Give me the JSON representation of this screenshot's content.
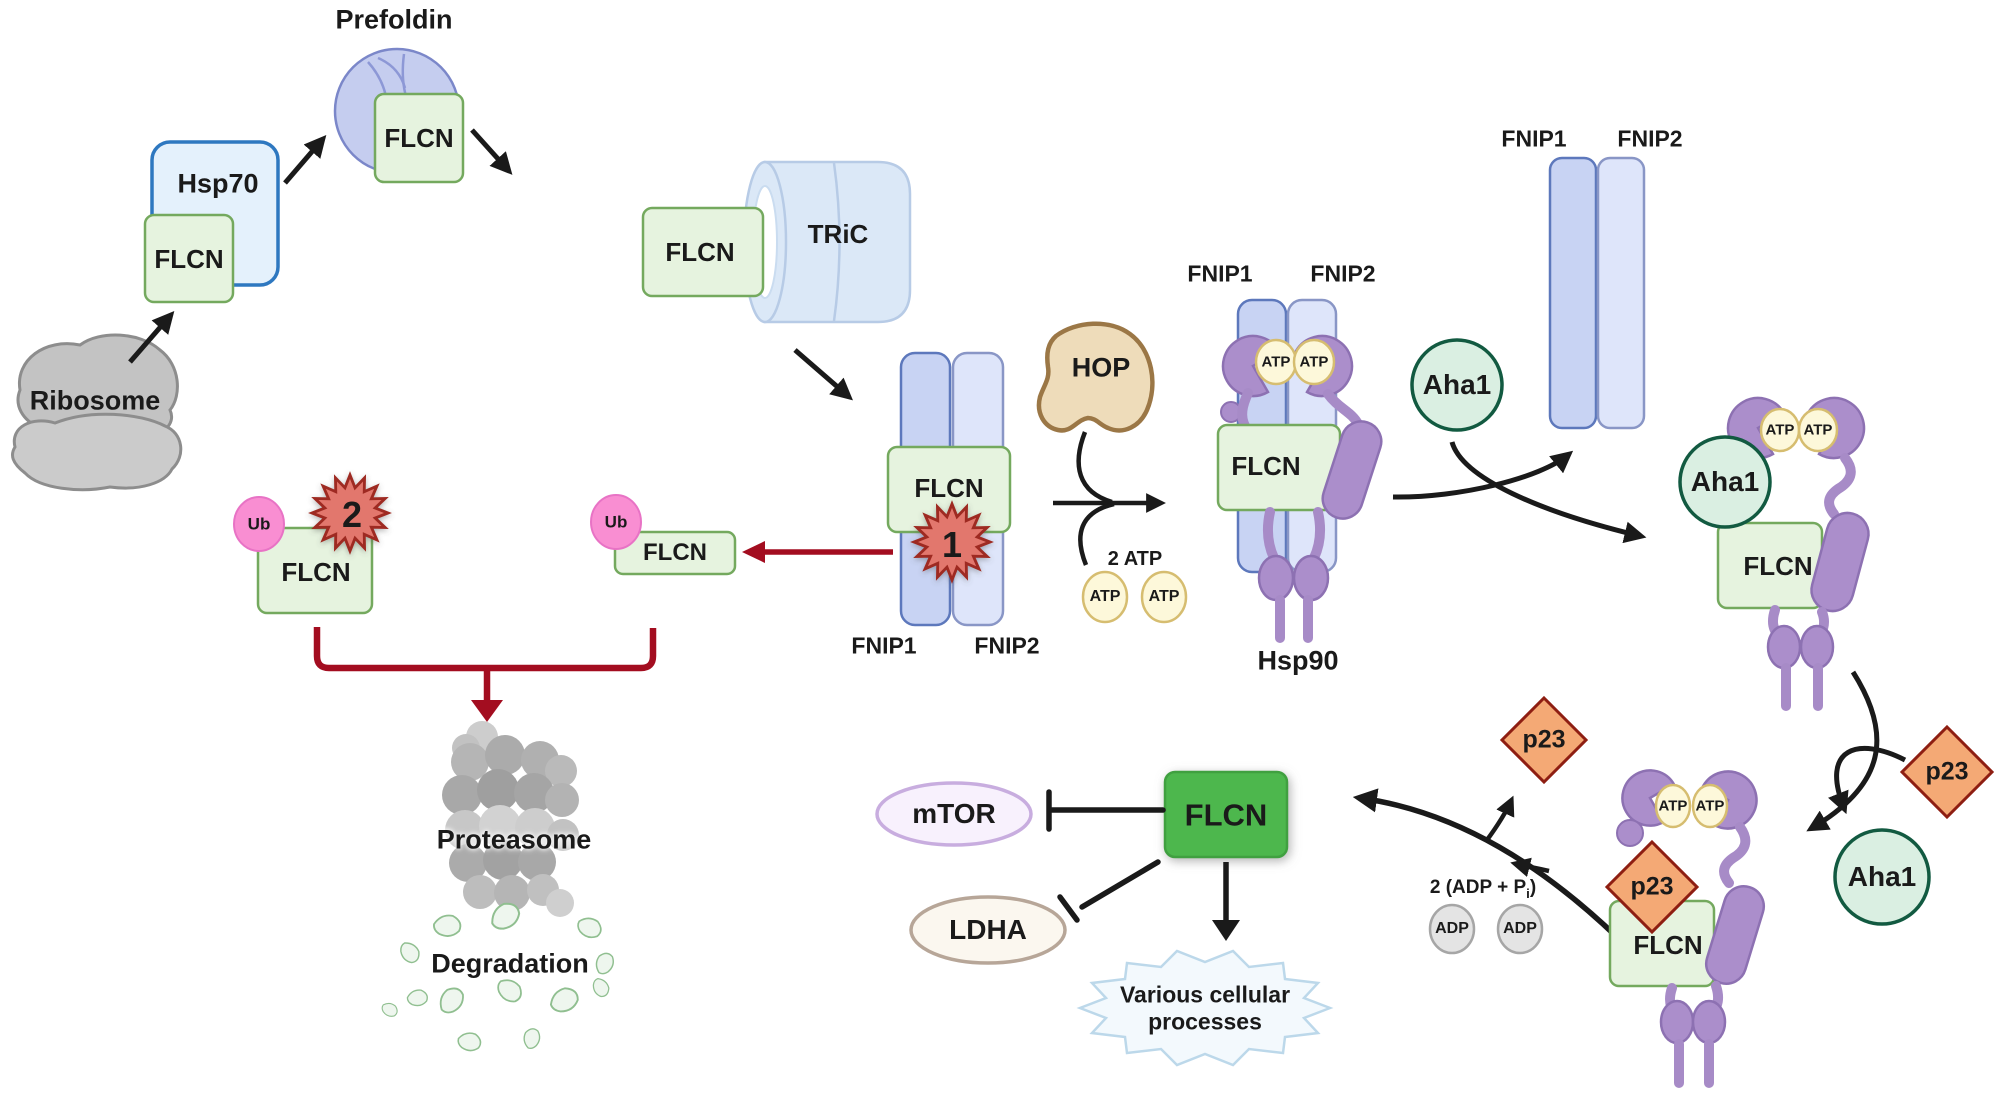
{
  "figure": {
    "nodes": {
      "ribosome": "Ribosome",
      "hsp70": "Hsp70",
      "flcn": "FLCN",
      "prefoldin": "Prefoldin",
      "tric": "TRiC",
      "fnip1": "FNIP1",
      "fnip2": "FNIP2",
      "hop": "HOP",
      "hsp90": "Hsp90",
      "aha1": "Aha1",
      "p23": "p23",
      "ub": "Ub",
      "atp": "ATP",
      "adp": "ADP",
      "mtor": "mTOR",
      "ldha": "LDHA",
      "proteasome": "Proteasome",
      "degradation": "Degradation",
      "step_1": "1",
      "step_2": "2",
      "two_atp": "2 ATP",
      "adp_pi": {
        "prefix": "2 (ADP + P",
        "sub": "i",
        "suffix": ")"
      },
      "various": {
        "line1": "Various cellular",
        "line2": "processes"
      }
    },
    "colors": {
      "flcn_box_fill": "#e6f3df",
      "flcn_box_stroke": "#74a95e",
      "flcn_active_fill": "#4db74d",
      "hsp70_fill": "#e4f1fc",
      "hsp70_stroke": "#2e78c0",
      "prefoldin_fill": "#c5cdef",
      "tric_fill": "#dbe8f7",
      "fnip1_fill": "#c8d3f3",
      "fnip2_fill": "#dee5fa",
      "hsp90_purple": "#ab8ecb",
      "hop_fill": "#eedcba",
      "aha1_fill": "#daefe2",
      "aha1_stroke": "#125a41",
      "atp_fill": "#fdf8da",
      "adp_fill": "#e4e4e4",
      "p23_fill": "#f4a975",
      "p23_stroke": "#8e1e12",
      "ub_fill": "#f98ed2",
      "starburst_fill": "#e2776d",
      "starburst_stroke": "#9e2a20",
      "degradation_red": "#a30d20",
      "arrow_black": "#1a1a1a"
    }
  }
}
